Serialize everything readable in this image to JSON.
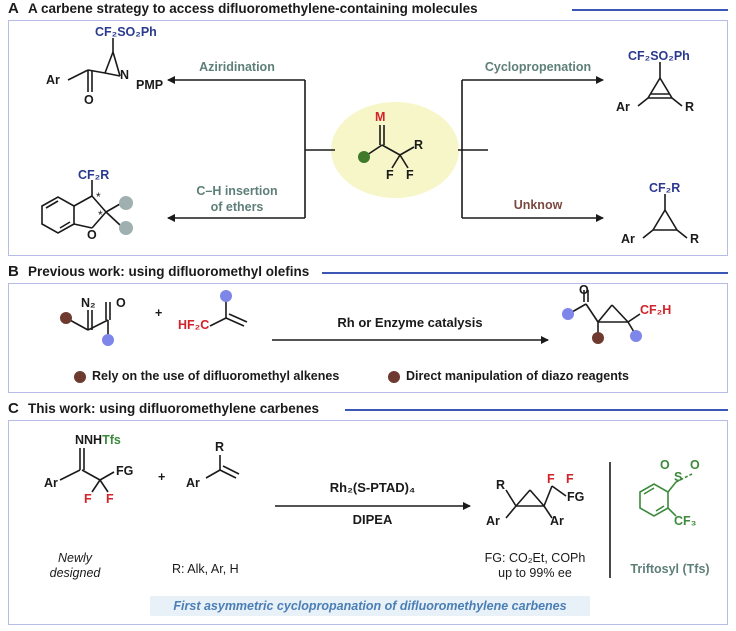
{
  "sectionA": {
    "letter": "A",
    "title": "A carbene strategy to access difluoromethylene-containing molecules",
    "aziridination": "Aziridination",
    "ch_insertion_1": "C–H insertion",
    "ch_insertion_2": "of ethers",
    "cyclopropenation": "Cyclopropenation",
    "unknow": "Unknow",
    "aziridine": {
      "sub": "CF₂SO₂Ph",
      "ar": "Ar",
      "o": "O",
      "n": "N",
      "pmp": "PMP"
    },
    "benzofuran": {
      "sub": "CF₂R",
      "o": "O",
      "star": "*"
    },
    "center": {
      "m": "M",
      "r": "R",
      "f": "F"
    },
    "cyclopropene": {
      "sub": "CF₂SO₂Ph",
      "ar": "Ar",
      "r": "R"
    },
    "cyclopropane": {
      "sub": "CF₂R",
      "ar": "Ar",
      "r": "R"
    }
  },
  "sectionB": {
    "letter": "B",
    "title": "Previous work: using difluoromethyl olefins",
    "n2": "N₂",
    "o": "O",
    "hf2c": "HF₂C",
    "plus": "+",
    "catalysis": "Rh or Enzyme catalysis",
    "cf2h": "CF₂H",
    "note1": "Rely on the use of difluoromethyl alkenes",
    "note2": "Direct manipulation of diazo reagents"
  },
  "sectionC": {
    "letter": "C",
    "title": "This work: using difluoromethylene carbenes",
    "nnhtfs_a": "NNH",
    "nnhtfs_b": "Tfs",
    "ar": "Ar",
    "fg": "FG",
    "f": "F",
    "plus": "+",
    "r": "R",
    "reagent_top": "Rh₂(S-PTAD)₄",
    "reagent_bottom": "DIPEA",
    "newly1": "Newly",
    "newly2": "designed",
    "r_def": "R: Alk, Ar, H",
    "fg_def": "FG: CO₂Et, COPh",
    "ee": "up to 99% ee",
    "tfs_s": "S",
    "tfs_o": "O",
    "tfs_cf3": "CF₃",
    "tfs_name": "Triftosyl (Tfs)",
    "banner": "First asymmetric cyclopropanation of difluoromethylene carbenes"
  },
  "colors": {
    "rule": "#3b57b5",
    "panel_border": "#b6bce6",
    "green_label": "#5e7f78",
    "brown_label": "#7a4a40",
    "fluorine": "#d2232a",
    "substituent": "#2b3a8f",
    "tfs": "#3c8a3c",
    "blob": "#f7f6c9",
    "blue_dot": "#7e86ea",
    "brown_dot": "#6e3a30",
    "green_dot": "#3f7a2a",
    "banner_bg": "#e8f0f8",
    "banner_text": "#4a7fb5"
  }
}
